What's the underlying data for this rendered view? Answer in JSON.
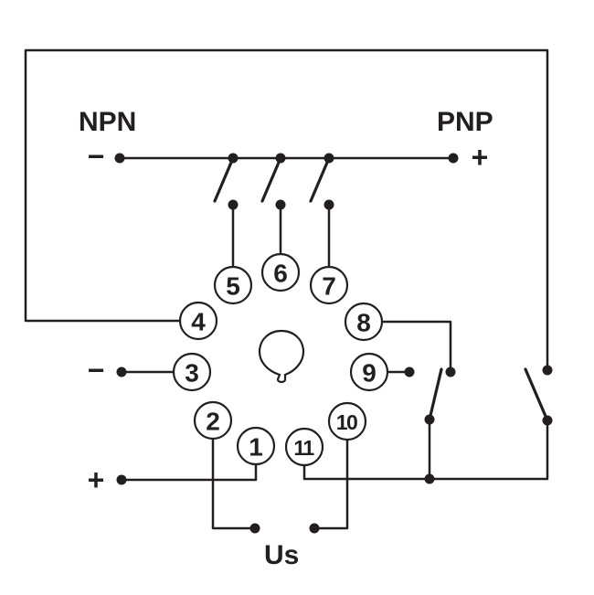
{
  "labels": {
    "npn": "NPN",
    "pnp": "PNP",
    "npn_sign": "−",
    "pnp_sign": "+",
    "left_minus": "−",
    "left_plus": "+",
    "supply": "Us"
  },
  "pins": {
    "p1": "1",
    "p2": "2",
    "p3": "3",
    "p4": "4",
    "p5": "5",
    "p6": "6",
    "p7": "7",
    "p8": "8",
    "p9": "9",
    "p10": "10",
    "p11": "11"
  },
  "colors": {
    "line": "#231f20",
    "background": "#ffffff"
  }
}
